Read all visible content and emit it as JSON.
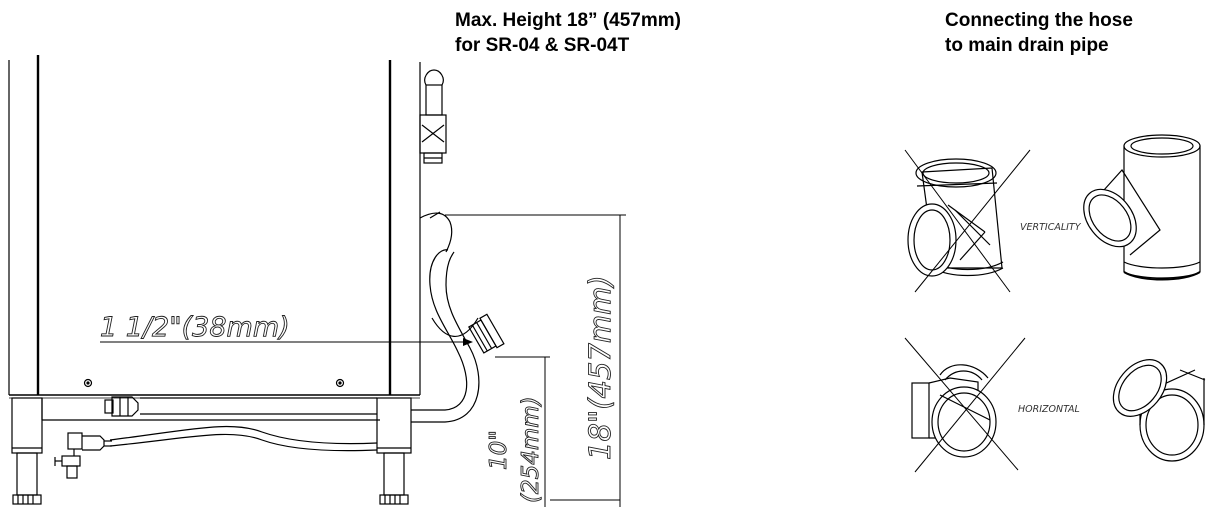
{
  "titles": {
    "height_line1": "Max. Height 18” (457mm)",
    "height_line2": "for SR-04 & SR-04T",
    "connect_line1": "Connecting the hose",
    "connect_line2": "to main drain pipe"
  },
  "dimensions": {
    "hose_diameter": "1 1/2\"(38mm)",
    "height_10_line1": "10\"",
    "height_10_line2": "(254mm)",
    "height_18": "18\"(457mm)"
  },
  "pipe_labels": {
    "vertical": "VERTICALITY",
    "horizontal": "HORIZONTAL"
  }
}
